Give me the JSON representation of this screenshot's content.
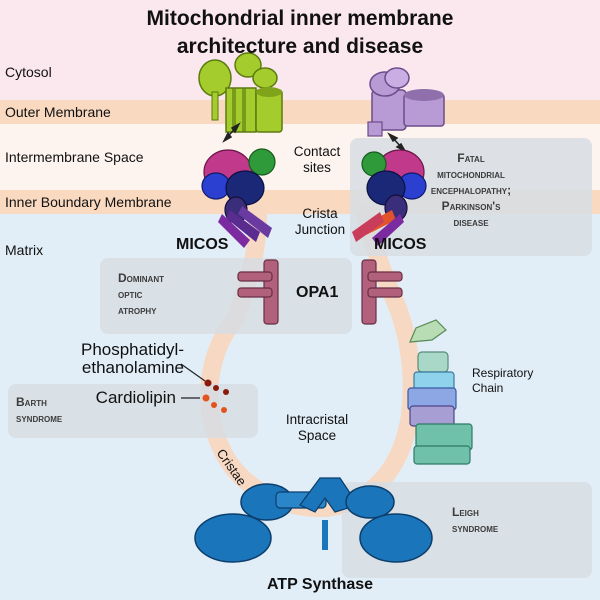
{
  "title": {
    "line1": "Mitochondrial inner membrane",
    "line2": "architecture and disease"
  },
  "regions": {
    "cytosol": "Cytosol",
    "outer_membrane": "Outer Membrane",
    "intermembrane_space": "Intermembrane Space",
    "inner_boundary_membrane": "Inner Boundary Membrane",
    "matrix": "Matrix"
  },
  "labels": {
    "contact_sites_1": "Contact",
    "contact_sites_2": "sites",
    "crista_junction_1": "Crista",
    "crista_junction_2": "Junction",
    "micos_left": "MICOS",
    "micos_right": "MICOS",
    "opa1": "OPA1",
    "pe_line1": "Phosphatidyl-",
    "pe_line2": "ethanolamine",
    "cardiolipin": "Cardiolipin",
    "intracristal_1": "Intracristal",
    "intracristal_2": "Space",
    "cristae": "Cristae",
    "respiratory_1": "Respiratory",
    "respiratory_2": "Chain",
    "atp_synthase": "ATP Synthase"
  },
  "diseases": {
    "fatal": [
      "Fatal",
      "mitochondrial",
      "encephalopathy;",
      "Parkinson's",
      "disease"
    ],
    "doa": [
      "Dominant",
      "optic",
      "atrophy"
    ],
    "barth": [
      "Barth",
      "syndrome"
    ],
    "leigh": [
      "Leigh",
      "syndrome"
    ]
  },
  "colors": {
    "cytosol": "#fbe7ee",
    "membrane": "#f9d9c0",
    "intermembrane_space": "#fdf4f0",
    "matrix": "#e1eef8",
    "disease_box": "#d7dde3",
    "atp_synthase": "#1b75bb",
    "opa1": "#b2617c"
  }
}
